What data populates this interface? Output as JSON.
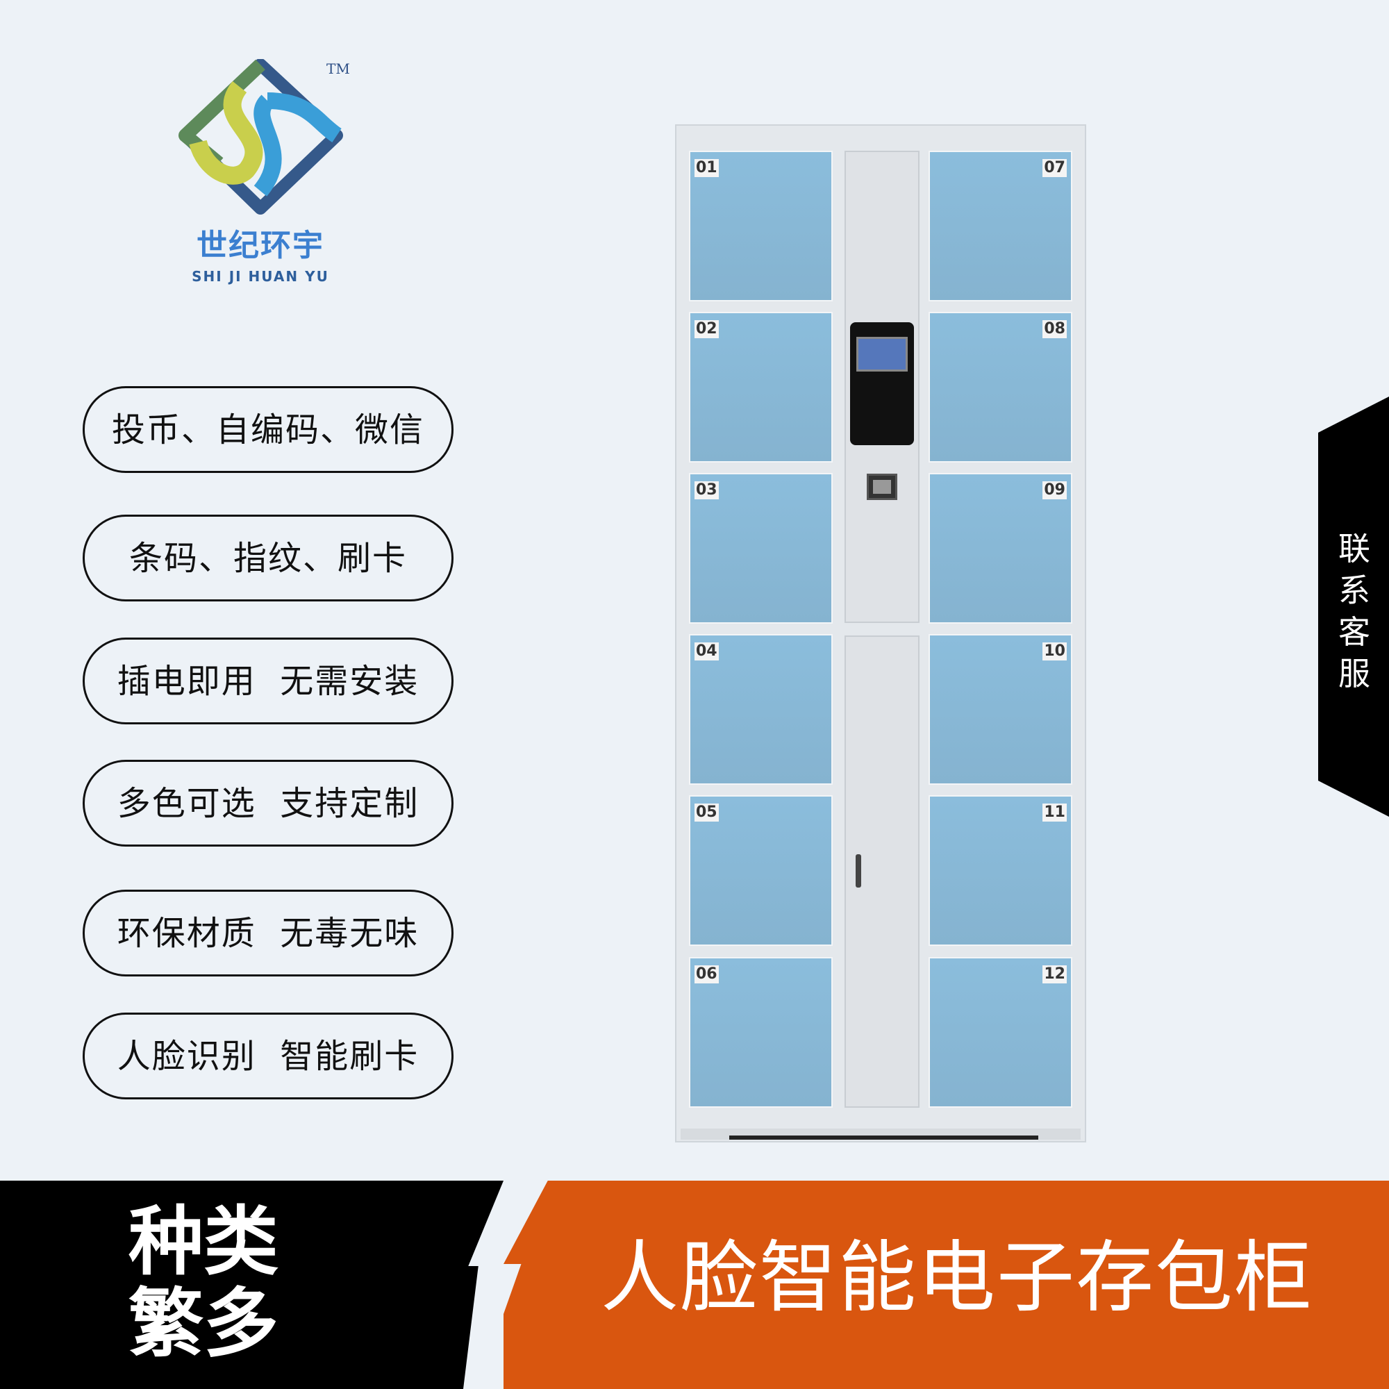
{
  "brand": {
    "name_cn": "世纪环宇",
    "name_en": "SHI JI HUAN YU",
    "trademark": "TM",
    "colors": {
      "green": "#5d8a5a",
      "yellow": "#e2dd4a",
      "blue": "#3a9ed8",
      "navy": "#35598a"
    }
  },
  "features": [
    "投币、自编码、微信",
    "条码、指纹、刷卡",
    "插电即用  无需安装",
    "多色可选  支持定制",
    "环保材质  无毒无味",
    "人脸识别  智能刷卡"
  ],
  "locker": {
    "left_doors": [
      "01",
      "02",
      "03",
      "04",
      "05",
      "06"
    ],
    "right_doors": [
      "07",
      "08",
      "09",
      "10",
      "11",
      "12"
    ]
  },
  "side_tab": {
    "label": "联系客服"
  },
  "banner": {
    "left_line1": "种类",
    "left_line2": "繁多",
    "title": "人脸智能电子存包柜",
    "accent": "#d9560f"
  }
}
